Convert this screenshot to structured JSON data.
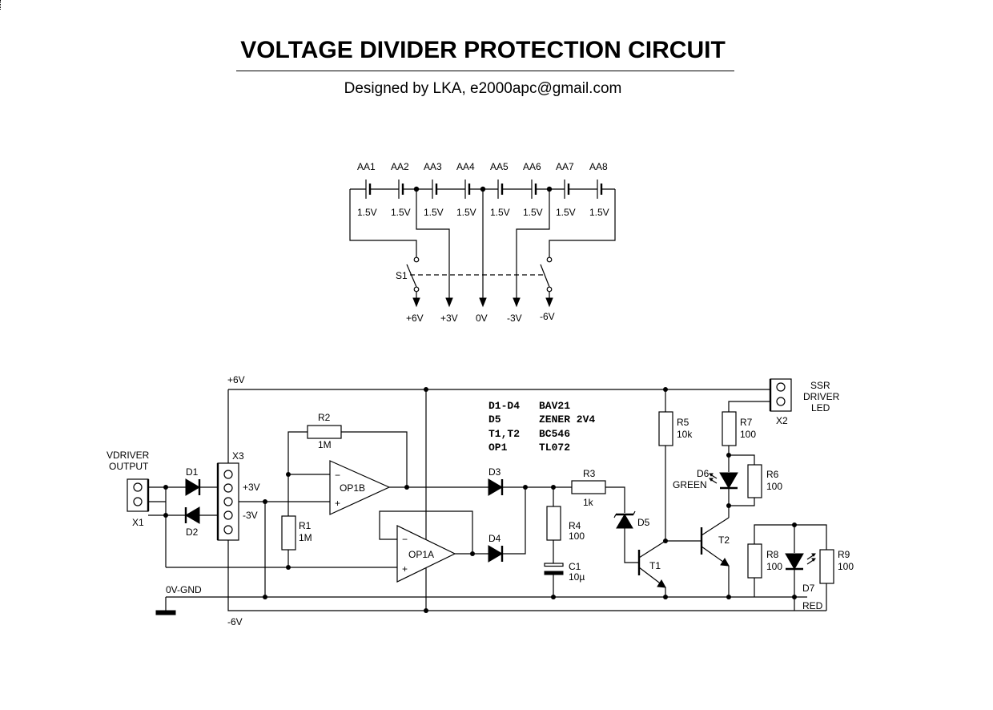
{
  "title": "VOLTAGE DIVIDER PROTECTION CIRCUIT",
  "subtitle": "Designed by LKA, e2000apc@gmail.com",
  "battery_pack": {
    "cells": [
      {
        "name": "AA1",
        "voltage": "1.5V"
      },
      {
        "name": "AA2",
        "voltage": "1.5V"
      },
      {
        "name": "AA3",
        "voltage": "1.5V"
      },
      {
        "name": "AA4",
        "voltage": "1.5V"
      },
      {
        "name": "AA5",
        "voltage": "1.5V"
      },
      {
        "name": "AA6",
        "voltage": "1.5V"
      },
      {
        "name": "AA7",
        "voltage": "1.5V"
      },
      {
        "name": "AA8",
        "voltage": "1.5V"
      }
    ],
    "switch_label": "S1",
    "outputs": [
      "+6V",
      "+3V",
      "0V",
      "-3V",
      "-6V"
    ]
  },
  "rails": {
    "positive": "+6V",
    "ground": "0V-GND",
    "negative": "-6V"
  },
  "connectors": {
    "x1": {
      "name": "X1",
      "label_line1": "VDRIVER",
      "label_line2": "OUTPUT"
    },
    "x2": {
      "name": "X2",
      "label_line1": "SSR",
      "label_line2": "DRIVER",
      "label_line3": "LED"
    },
    "x3": {
      "name": "X3",
      "pin_plus": "+3V",
      "pin_minus": "-3V"
    }
  },
  "parts_list": [
    {
      "ref": "D1-D4",
      "value": "BAV21"
    },
    {
      "ref": "D5",
      "value": "ZENER 2V4"
    },
    {
      "ref": "T1,T2",
      "value": "BC546"
    },
    {
      "ref": "OP1",
      "value": "TL072"
    }
  ],
  "components": {
    "d1": "D1",
    "d2": "D2",
    "d3": "D3",
    "d4": "D4",
    "d5": "D5",
    "d6": "D6",
    "d6_color": "GREEN",
    "d7": "D7",
    "d7_color": "RED",
    "op1b": "OP1B",
    "op1a": "OP1A",
    "minus": "−",
    "plus": "+",
    "r1": "R1",
    "r1_value": "1M",
    "r2": "R2",
    "r2_value": "1M",
    "r3": "R3",
    "r3_value": "1k",
    "r4": "R4",
    "r4_value": "100",
    "r5": "R5",
    "r5_value": "10k",
    "r6": "R6",
    "r6_value": "100",
    "r7": "R7",
    "r7_value": "100",
    "r8": "R8",
    "r8_value": "100",
    "r9": "R9",
    "r9_value": "100",
    "c1": "C1",
    "c1_value": "10µ",
    "t1": "T1",
    "t2": "T2"
  }
}
